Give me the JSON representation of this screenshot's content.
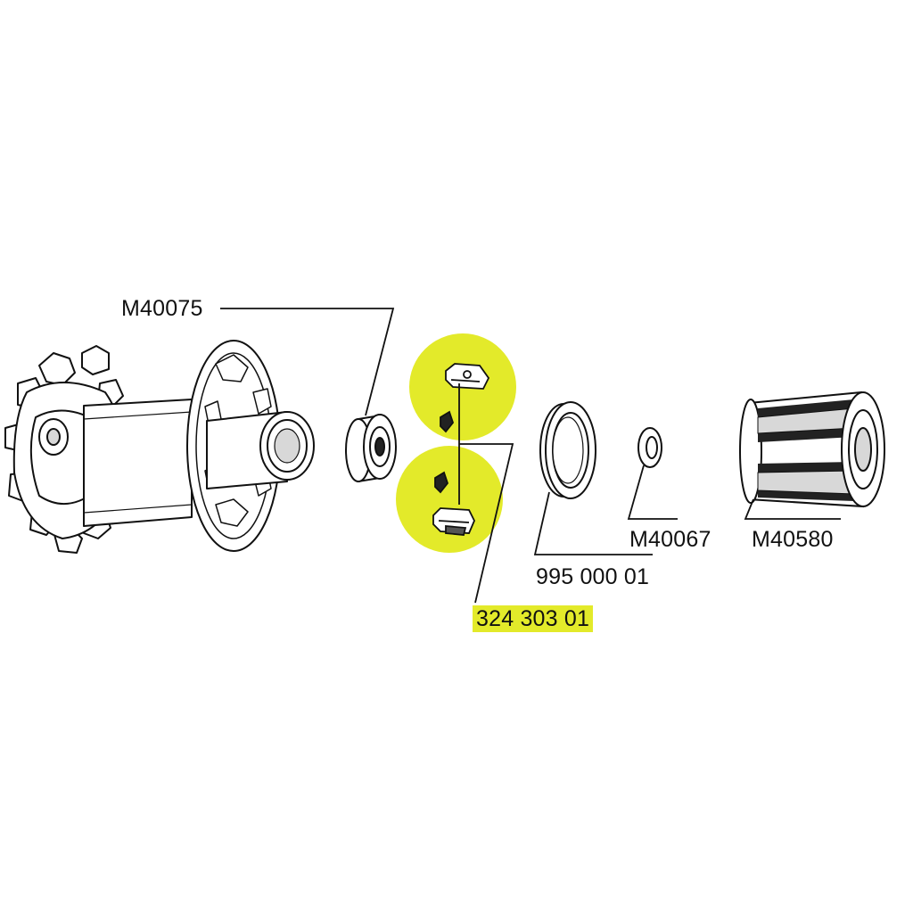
{
  "colors": {
    "highlight": "#e3ea2a",
    "line": "#111111",
    "background": "#ffffff",
    "part_fill": "#ffffff",
    "part_shade": "#d8d8d8"
  },
  "parts": [
    {
      "ref": "M40075",
      "depicts": "bearing",
      "highlighted": false
    },
    {
      "ref": "324 303 01",
      "depicts": "pawl and spring set",
      "highlighted": true
    },
    {
      "ref": "995 000 01",
      "depicts": "seal ring",
      "highlighted": false
    },
    {
      "ref": "M40067",
      "depicts": "washer",
      "highlighted": false
    },
    {
      "ref": "M40580",
      "depicts": "freehub body",
      "highlighted": false
    }
  ]
}
